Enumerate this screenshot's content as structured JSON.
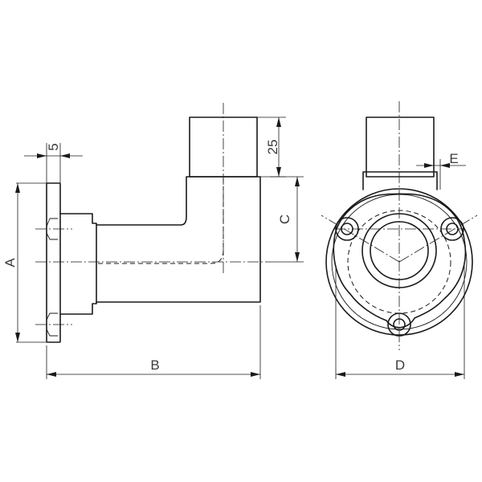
{
  "drawing": {
    "dimension_labels": {
      "a": "A",
      "b": "B",
      "c": "C",
      "d": "D",
      "e": "E",
      "five": "5",
      "twenty_five": "25"
    }
  }
}
